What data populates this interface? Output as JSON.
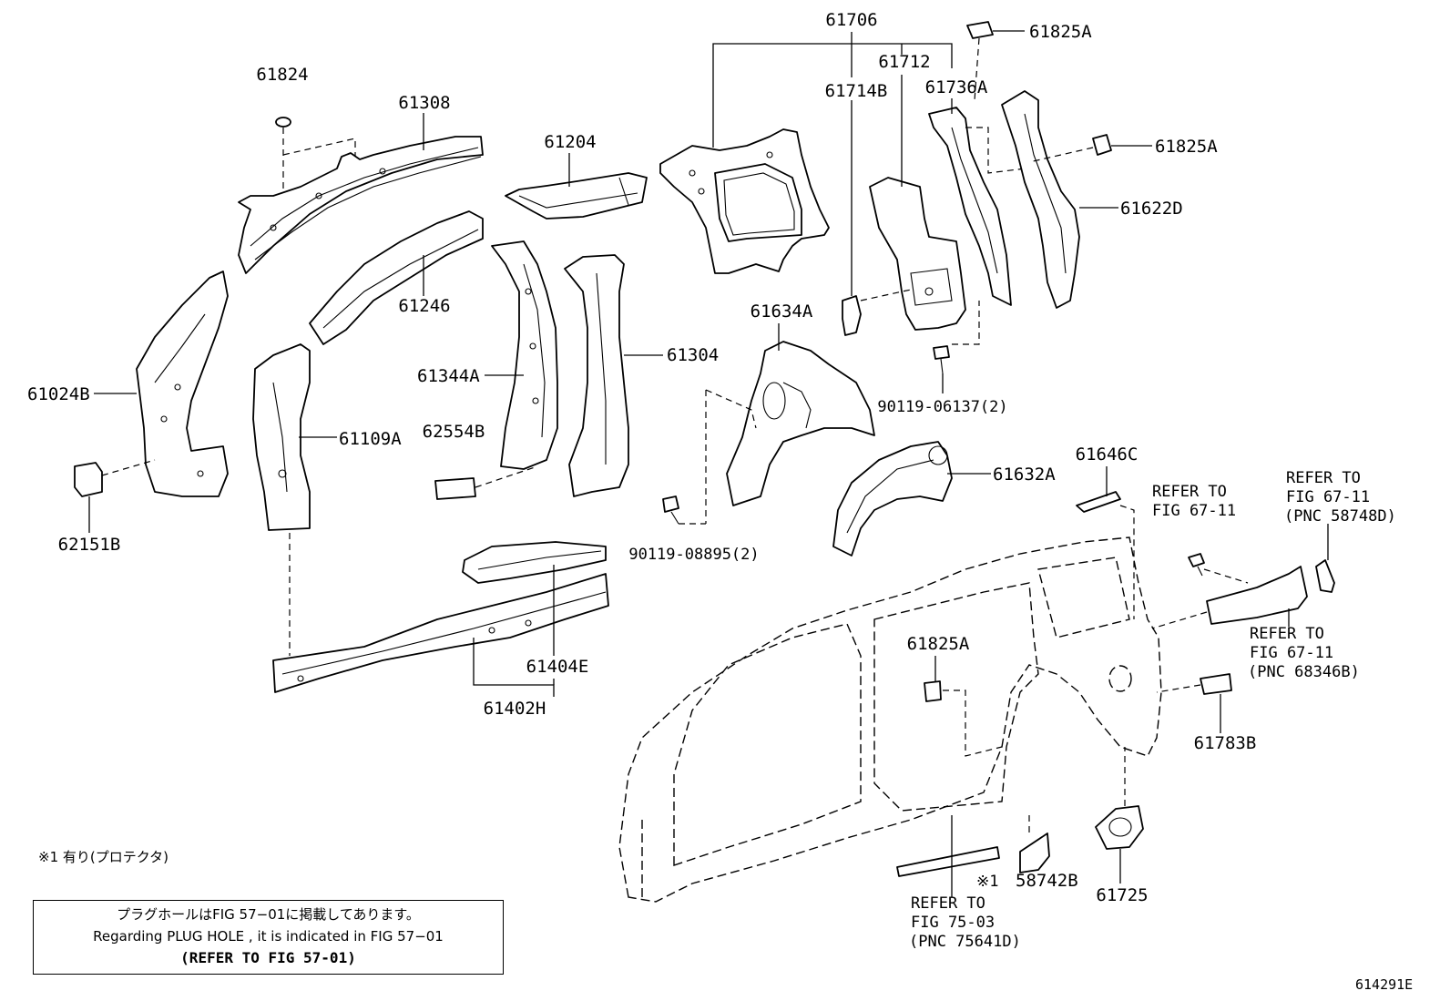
{
  "parts": {
    "p61706": "61706",
    "p61825A_1": "61825A",
    "p61712": "61712",
    "p61714B": "61714B",
    "p61736A": "61736A",
    "p61824": "61824",
    "p61308": "61308",
    "p61204": "61204",
    "p61825A_2": "61825A",
    "p61622D": "61622D",
    "p61246": "61246",
    "p61634A": "61634A",
    "p61304": "61304",
    "p61344A": "61344A",
    "p61024B": "61024B",
    "p61109A": "61109A",
    "p62554B": "62554B",
    "p90119_06137": "90119-06137(2)",
    "p61632A": "61632A",
    "p61646C": "61646C",
    "p62151B": "62151B",
    "p90119_08895": "90119-08895(2)",
    "p61404E": "61404E",
    "p61402H": "61402H",
    "p61825A_3": "61825A",
    "p61783B": "61783B",
    "p58742B": "58742B",
    "p61725": "61725"
  },
  "refs": {
    "ref1": [
      "REFER TO",
      "FIG 67-11"
    ],
    "ref2": [
      "REFER TO",
      "FIG 67-11",
      "(PNC 58748D)"
    ],
    "ref3": [
      "REFER TO",
      "FIG 67-11",
      "(PNC 68346B)"
    ],
    "ref4": [
      "REFER TO",
      "FIG 75-03",
      "(PNC 75641D)"
    ]
  },
  "mark": "※1",
  "footnote": "※1 有り(プロテクタ)",
  "note": {
    "jp": "プラグホールはFIG 57−01に掲載してあります。",
    "en": "Regarding  PLUG  HOLE , it is indicated in FIG  57−01",
    "ref": "(REFER TO FIG 57-01)"
  },
  "figure_id": "614291E"
}
